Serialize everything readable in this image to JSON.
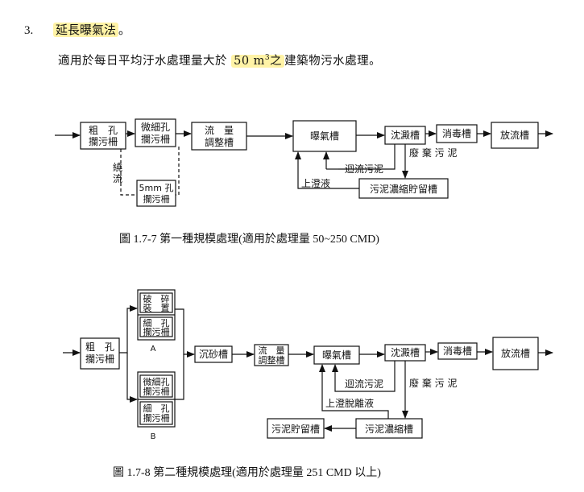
{
  "section": {
    "number": "3.",
    "title": "延長曝氣法",
    "title_end": "。",
    "intro_before": "適用於每日平均汙水處理量大於",
    "intro_volume": "50 m",
    "intro_sup": "3",
    "intro_suffix": "之",
    "intro_after": "建築物污水處理。"
  },
  "diagram1": {
    "caption": "圖 1.7-7 第一種規模處理(適用於處理量 50~250 CMD)",
    "box_coarse_1": "粗　孔",
    "box_coarse_2": "攔污柵",
    "box_fine_1": "微細孔",
    "box_fine_2": "攔污柵",
    "box_flow_1": "流　量",
    "box_flow_2": "調整槽",
    "box_aeration": "曝氣槽",
    "box_settling": "沈澱槽",
    "box_disinfect": "消毒槽",
    "box_discharge": "放流槽",
    "box_5mm_1": "5mm 孔",
    "box_5mm_2": "攔污柵",
    "box_sludge": "污泥濃縮貯留槽",
    "label_bypass_1": "繞",
    "label_bypass_2": "流",
    "label_return": "迴流污泥",
    "label_waste": "廢 棄 污 泥",
    "label_supernatant": "上澄液"
  },
  "diagram2": {
    "caption": "圖 1.7-8 第二種規模處理(適用於處理量 251 CMD 以上)",
    "box_coarse_1": "粗　孔",
    "box_coarse_2": "攔污柵",
    "box_crush_1": "破　碎",
    "box_crush_2": "裝　置",
    "box_finebar_1": "細　孔",
    "box_finebar_2": "攔污柵",
    "label_a": "A",
    "box_micro_1": "微細孔",
    "box_micro_2": "攔污柵",
    "box_finebar_b1": "細　孔",
    "box_finebar_b2": "攔污柵",
    "label_b": "B",
    "box_grit": "沉砂槽",
    "box_flow_1": "流　量",
    "box_flow_2": "調整槽",
    "box_aeration": "曝氣槽",
    "box_settling": "沈澱槽",
    "box_disinfect": "消毒槽",
    "box_discharge": "放流槽",
    "box_sludge_thick": "污泥濃縮槽",
    "box_sludge_store": "污泥貯留槽",
    "label_return": "迴流污泥",
    "label_waste": "廢 棄 污 泥",
    "label_supernatant": "上澄脫離液"
  }
}
